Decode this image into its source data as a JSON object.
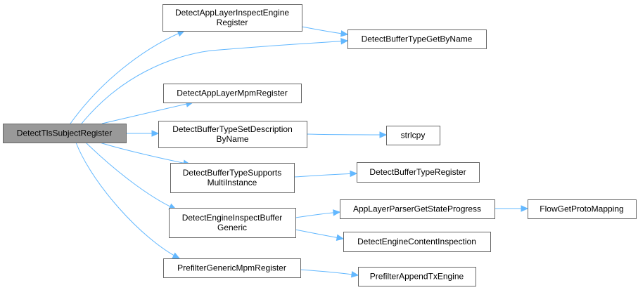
{
  "colors": {
    "edge": "#63b8ff",
    "node_fill": "#ffffff",
    "node_border": "#666666",
    "root_fill": "#999999"
  },
  "nodes": [
    {
      "id": "root",
      "lines": [
        "DetectTlsSubjectRegister"
      ],
      "root": true
    },
    {
      "id": "inspect_engine_register",
      "lines": [
        "DetectAppLayerInspectEngine",
        "Register"
      ]
    },
    {
      "id": "get_by_name",
      "lines": [
        "DetectBufferTypeGetByName"
      ]
    },
    {
      "id": "mpm_register",
      "lines": [
        "DetectAppLayerMpmRegister"
      ]
    },
    {
      "id": "set_description",
      "lines": [
        "DetectBufferTypeSetDescription",
        "ByName"
      ]
    },
    {
      "id": "strlcpy",
      "lines": [
        "strlcpy"
      ]
    },
    {
      "id": "supports_multi",
      "lines": [
        "DetectBufferTypeSupports",
        "MultiInstance"
      ]
    },
    {
      "id": "type_register",
      "lines": [
        "DetectBufferTypeRegister"
      ]
    },
    {
      "id": "inspect_buffer_generic",
      "lines": [
        "DetectEngineInspectBuffer",
        "Generic"
      ]
    },
    {
      "id": "get_state_progress",
      "lines": [
        "AppLayerParserGetStateProgress"
      ]
    },
    {
      "id": "flow_get_proto",
      "lines": [
        "FlowGetProtoMapping"
      ]
    },
    {
      "id": "content_inspection",
      "lines": [
        "DetectEngineContentInspection"
      ]
    },
    {
      "id": "prefilter_generic",
      "lines": [
        "PrefilterGenericMpmRegister"
      ]
    },
    {
      "id": "prefilter_append",
      "lines": [
        "PrefilterAppendTxEngine"
      ]
    }
  ],
  "edges": [
    {
      "from": "root",
      "to": "inspect_engine_register"
    },
    {
      "from": "root",
      "to": "get_by_name"
    },
    {
      "from": "root",
      "to": "mpm_register"
    },
    {
      "from": "root",
      "to": "set_description"
    },
    {
      "from": "root",
      "to": "supports_multi"
    },
    {
      "from": "root",
      "to": "inspect_buffer_generic"
    },
    {
      "from": "root",
      "to": "prefilter_generic"
    },
    {
      "from": "inspect_engine_register",
      "to": "get_by_name"
    },
    {
      "from": "set_description",
      "to": "strlcpy"
    },
    {
      "from": "supports_multi",
      "to": "type_register"
    },
    {
      "from": "inspect_buffer_generic",
      "to": "get_state_progress"
    },
    {
      "from": "inspect_buffer_generic",
      "to": "content_inspection"
    },
    {
      "from": "get_state_progress",
      "to": "flow_get_proto"
    },
    {
      "from": "prefilter_generic",
      "to": "prefilter_append"
    }
  ]
}
